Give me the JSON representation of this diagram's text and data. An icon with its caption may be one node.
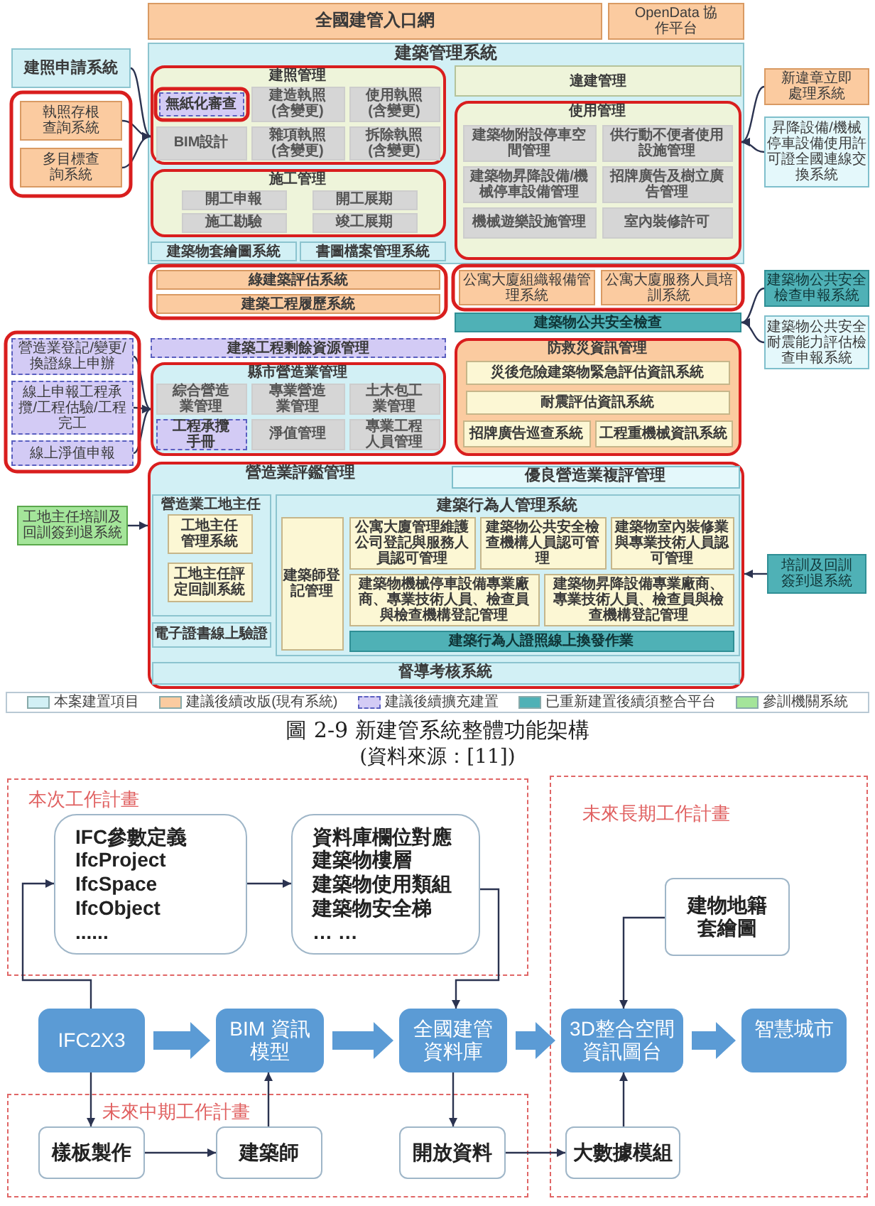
{
  "diagram": {
    "caption": "圖 2-9 新建管系統整體功能架構",
    "nodes": [
      {
        "text": [
          "全國建管入口網"
        ]
      },
      {
        "text": [
          "OpenData 協作平台"
        ]
      },
      {
        "text": [
          "建照申請系統"
        ]
      },
      {
        "text": [
          "執照存根查詢系統"
        ]
      },
      {
        "text": [
          "多目標查詢系統"
        ]
      },
      {
        "text": [
          "建築管理系統"
        ]
      },
      {
        "text": [
          "建照管理"
        ],
        "in": 5
      },
      {
        "text": [
          "無紙化審查"
        ],
        "in": 6
      },
      {
        "text": [
          "建造執照(含變更)"
        ],
        "in": 6
      },
      {
        "text": [
          "使用執照(含變更)"
        ],
        "in": 6
      },
      {
        "text": [
          "BIM設計"
        ],
        "in": 6
      },
      {
        "text": [
          "雜項執照(含變更)"
        ],
        "in": 6
      },
      {
        "text": [
          "拆除執照(含變更)"
        ],
        "in": 6
      },
      {
        "text": [
          "施工管理"
        ],
        "in": 5
      },
      {
        "text": [
          "開工申報"
        ],
        "in": 13
      },
      {
        "text": [
          "開工展期"
        ],
        "in": 13
      },
      {
        "text": [
          "施工勘驗"
        ],
        "in": 13
      },
      {
        "text": [
          "竣工展期"
        ],
        "in": 13
      },
      {
        "text": [
          "建築物套繪圖系統"
        ],
        "in": 5
      },
      {
        "text": [
          "書圖檔案管理系統"
        ],
        "in": 5
      },
      {
        "text": [
          "違建管理"
        ],
        "in": 5
      },
      {
        "text": [
          "使用管理"
        ],
        "in": 5
      },
      {
        "text": [
          "建築物附設停車空間管理"
        ],
        "in": 21
      },
      {
        "text": [
          "供行動不便者使用設施管理"
        ],
        "in": 21
      },
      {
        "text": [
          "建築物昇降設備/機械停車設備管理"
        ],
        "in": 21
      },
      {
        "text": [
          "招牌廣告及樹立廣告管理"
        ],
        "in": 21
      },
      {
        "text": [
          "機械遊樂設施管理"
        ],
        "in": 21
      },
      {
        "text": [
          "室內裝修許可"
        ],
        "in": 21
      },
      {
        "text": [
          "新違章立即處理系統"
        ]
      },
      {
        "text": [
          "昇降設備/機械停車設備使用許可證全國連線交換系統"
        ]
      },
      {
        "text": [
          "綠建築評估系統"
        ]
      },
      {
        "text": [
          "建築工程履歷系統"
        ]
      },
      {
        "text": [
          "公寓大廈組織報備管理系統"
        ]
      },
      {
        "text": [
          "公寓大廈服務人員培訓系統"
        ]
      },
      {
        "text": [
          "建築物公共安全檢查"
        ]
      },
      {
        "text": [
          "建築物公共安全檢查申報系統"
        ]
      },
      {
        "text": [
          "建築物公共安全耐震能力評估檢查申報系統"
        ]
      },
      {
        "text": [
          "營造業登記/變更/換證線上申辦"
        ]
      },
      {
        "text": [
          "線上申報工程承攬/工程估驗/工程完工"
        ]
      },
      {
        "text": [
          "線上淨值申報"
        ]
      },
      {
        "text": [
          "建築工程剩餘資源管理"
        ]
      },
      {
        "text": [
          "縣市營造業管理"
        ]
      },
      {
        "text": [
          "綜合營造業管理"
        ],
        "in": 41
      },
      {
        "text": [
          "專業營造業管理"
        ],
        "in": 41
      },
      {
        "text": [
          "土木包工業管理"
        ],
        "in": 41
      },
      {
        "text": [
          "工程承攬手冊"
        ],
        "in": 41
      },
      {
        "text": [
          "淨值管理"
        ],
        "in": 41
      },
      {
        "text": [
          "專業工程人員管理"
        ],
        "in": 41
      },
      {
        "text": [
          "防救災資訊管理"
        ]
      },
      {
        "text": [
          "災後危險建築物緊急評估資訊系統"
        ],
        "in": 48
      },
      {
        "text": [
          "耐震評估資訊系統"
        ],
        "in": 48
      },
      {
        "text": [
          "招牌廣告巡查系統"
        ],
        "in": 48
      },
      {
        "text": [
          "工程重機械資訊系統"
        ],
        "in": 48
      },
      {
        "text": [
          "工地主任培訓及回訓簽到退系統"
        ]
      },
      {
        "text": [
          "營造業評鑑管理"
        ]
      },
      {
        "text": [
          "優良營造業複評管理"
        ],
        "in": 54
      },
      {
        "text": [
          "營造業工地主任"
        ],
        "in": 54
      },
      {
        "text": [
          "工地主任管理系統"
        ],
        "in": 56
      },
      {
        "text": [
          "工地主任評定回訓系統"
        ],
        "in": 56
      },
      {
        "text": [
          "電子證書線上驗證"
        ],
        "in": 54
      },
      {
        "text": [
          "建築行為人管理系統"
        ],
        "in": 54
      },
      {
        "text": [
          "建築師登記管理"
        ],
        "in": 60
      },
      {
        "text": [
          "公寓大廈管理維護公司登記與服務人員認可管理"
        ],
        "in": 60
      },
      {
        "text": [
          "建築物公共安全檢查機構人員認可管理"
        ],
        "in": 60
      },
      {
        "text": [
          "建築物室內裝修業與專業技術人員認可管理"
        ],
        "in": 60
      },
      {
        "text": [
          "建築物機械停車設備專業廠商、專業技術人員、檢查員與檢查機構登記管理"
        ],
        "in": 60
      },
      {
        "text": [
          "建築物昇降設備專業廠商、專業技術人員、檢查員與檢查機構登記管理"
        ],
        "in": 60
      },
      {
        "text": [
          "建築行為人證照線上換發作業"
        ],
        "in": 60
      },
      {
        "text": [
          "督導考核系統"
        ],
        "in": 54
      },
      {
        "text": [
          "培訓及回訓簽到退系統"
        ]
      },
      {
        "text": [
          "本次工作計畫"
        ]
      },
      {
        "text": [
          "IFC參數定義",
          "IfcProject",
          "IfcSpace",
          "IfcObject",
          "......"
        ],
        "in": 70
      },
      {
        "text": [
          "資料庫欄位對應",
          "建築物樓層",
          "建築物使用類組",
          "建築物安全梯",
          "… …"
        ],
        "in": 70
      },
      {
        "text": [
          "未來長期工作計畫"
        ]
      },
      {
        "text": [
          "建物地籍套繪圖"
        ],
        "in": 73
      },
      {
        "text": [
          "IFC2X3"
        ]
      },
      {
        "text": [
          "BIM 資訊模型"
        ]
      },
      {
        "text": [
          "全國建管資料庫"
        ]
      },
      {
        "text": [
          "3D整合空間資訊圖台"
        ],
        "in": 73
      },
      {
        "text": [
          "智慧城市"
        ],
        "in": 73
      },
      {
        "text": [
          "未來中期工作計畫"
        ]
      },
      {
        "text": [
          "樣板製作"
        ],
        "in": 80
      },
      {
        "text": [
          "建築師"
        ],
        "in": 80
      },
      {
        "text": [
          "開放資料"
        ],
        "in": 80
      },
      {
        "text": [
          "大數據模組"
        ],
        "in": 73
      }
    ],
    "edges": [
      {
        "from": 2,
        "to": 6,
        "arrow": "to"
      },
      {
        "from": 3,
        "to": 6,
        "arrow": "to"
      },
      {
        "from": 4,
        "to": 6,
        "arrow": "to"
      },
      {
        "from": 28,
        "to": 21,
        "arrow": "to"
      },
      {
        "from": 29,
        "to": 21,
        "arrow": "to"
      },
      {
        "from": 35,
        "to": 34,
        "arrow": "to"
      },
      {
        "from": 36,
        "to": 34,
        "arrow": "to"
      },
      {
        "from": 37,
        "to": 41,
        "arrow": "to"
      },
      {
        "from": 38,
        "to": 41,
        "arrow": "to"
      },
      {
        "from": 39,
        "to": 41,
        "arrow": "to"
      },
      {
        "from": 53,
        "to": 54,
        "arrow": "to"
      },
      {
        "from": 69,
        "to": 54,
        "arrow": "to"
      },
      {
        "from": 75,
        "to": 76,
        "arrow": "to",
        "style": "thick",
        "color": "#5b9bd5"
      },
      {
        "from": 76,
        "to": 77,
        "arrow": "to",
        "style": "thick",
        "color": "#5b9bd5"
      },
      {
        "from": 77,
        "to": 78,
        "arrow": "to",
        "style": "thick",
        "color": "#5b9bd5"
      },
      {
        "from": 78,
        "to": 79,
        "arrow": "to",
        "style": "thick",
        "color": "#5b9bd5"
      },
      {
        "from": 75,
        "to": 71,
        "arrow": "to"
      },
      {
        "from": 71,
        "to": 72,
        "arrow": "to"
      },
      {
        "from": 72,
        "to": 77,
        "arrow": "to"
      },
      {
        "from": 75,
        "to": 81,
        "arrow": "to"
      },
      {
        "from": 81,
        "to": 82,
        "arrow": "to"
      },
      {
        "from": 82,
        "to": 76,
        "arrow": "to"
      },
      {
        "from": 77,
        "to": 83,
        "arrow": "to"
      },
      {
        "from": 83,
        "to": 84,
        "arrow": "to"
      },
      {
        "from": 84,
        "to": 78,
        "arrow": "to"
      },
      {
        "from": 74,
        "to": 78,
        "arrow": "to"
      }
    ],
    "labels": [
      "(資料來源：[11])"
    ],
    "legend": [
      {
        "text": "本案建置項目",
        "color": "#d2f0f5"
      },
      {
        "text": "建議後續改版(現有系統)",
        "color": "#fbcba0"
      },
      {
        "text": "建議後續擴充建置",
        "color": "#d3cbf5"
      },
      {
        "text": "已重新建置後續須整合平台",
        "color": "#4fb1b6"
      },
      {
        "text": "參訓機關系統",
        "color": "#a4e59a"
      }
    ]
  }
}
